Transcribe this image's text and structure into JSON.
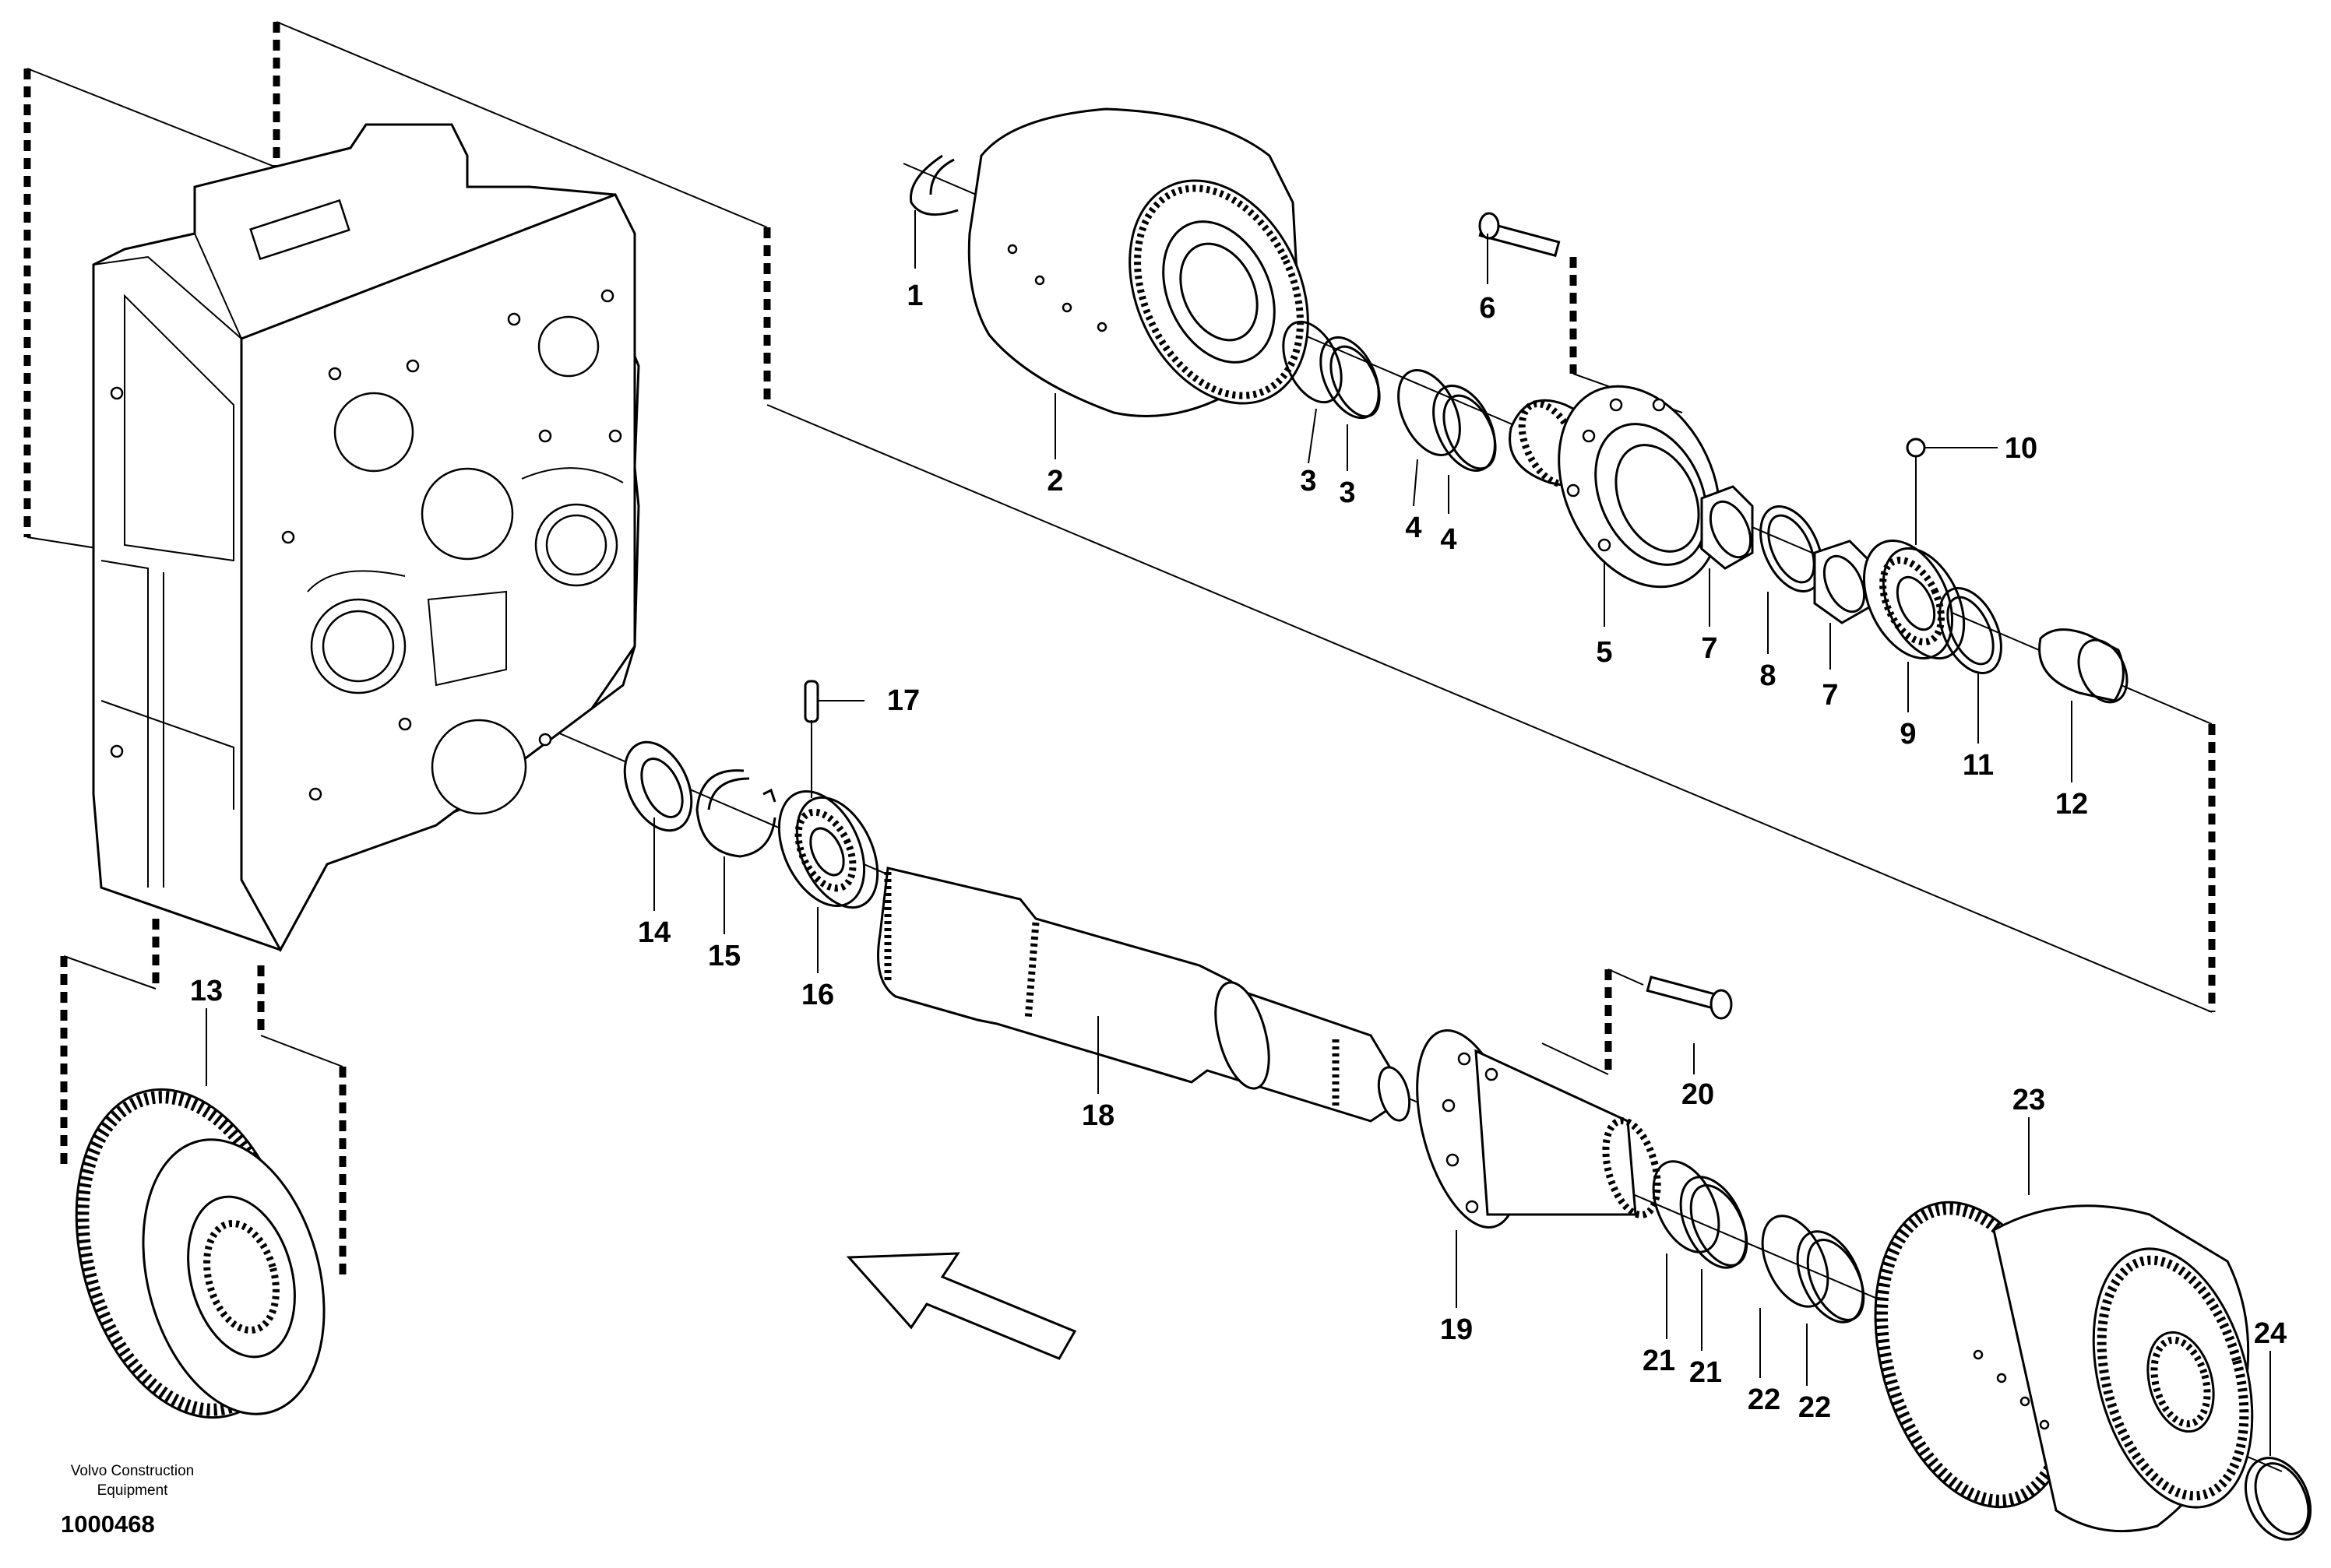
{
  "footer": {
    "brand_line1": "Volvo Construction",
    "brand_line2": "Equipment",
    "drawing_number": "1000468"
  },
  "callouts": [
    {
      "id": "c1",
      "text": "1"
    },
    {
      "id": "c2",
      "text": "2"
    },
    {
      "id": "c3a",
      "text": "3"
    },
    {
      "id": "c3b",
      "text": "3"
    },
    {
      "id": "c4a",
      "text": "4"
    },
    {
      "id": "c4b",
      "text": "4"
    },
    {
      "id": "c5",
      "text": "5"
    },
    {
      "id": "c6",
      "text": "6"
    },
    {
      "id": "c7a",
      "text": "7"
    },
    {
      "id": "c8",
      "text": "8"
    },
    {
      "id": "c7b",
      "text": "7"
    },
    {
      "id": "c9",
      "text": "9"
    },
    {
      "id": "c10",
      "text": "10"
    },
    {
      "id": "c11",
      "text": "11"
    },
    {
      "id": "c12",
      "text": "12"
    },
    {
      "id": "c13",
      "text": "13"
    },
    {
      "id": "c14",
      "text": "14"
    },
    {
      "id": "c15",
      "text": "15"
    },
    {
      "id": "c16",
      "text": "16"
    },
    {
      "id": "c17",
      "text": "17"
    },
    {
      "id": "c18",
      "text": "18"
    },
    {
      "id": "c19",
      "text": "19"
    },
    {
      "id": "c20",
      "text": "20"
    },
    {
      "id": "c21a",
      "text": "21"
    },
    {
      "id": "c21b",
      "text": "21"
    },
    {
      "id": "c22a",
      "text": "22"
    },
    {
      "id": "c22b",
      "text": "22"
    },
    {
      "id": "c23",
      "text": "23"
    },
    {
      "id": "c24",
      "text": "24"
    }
  ]
}
